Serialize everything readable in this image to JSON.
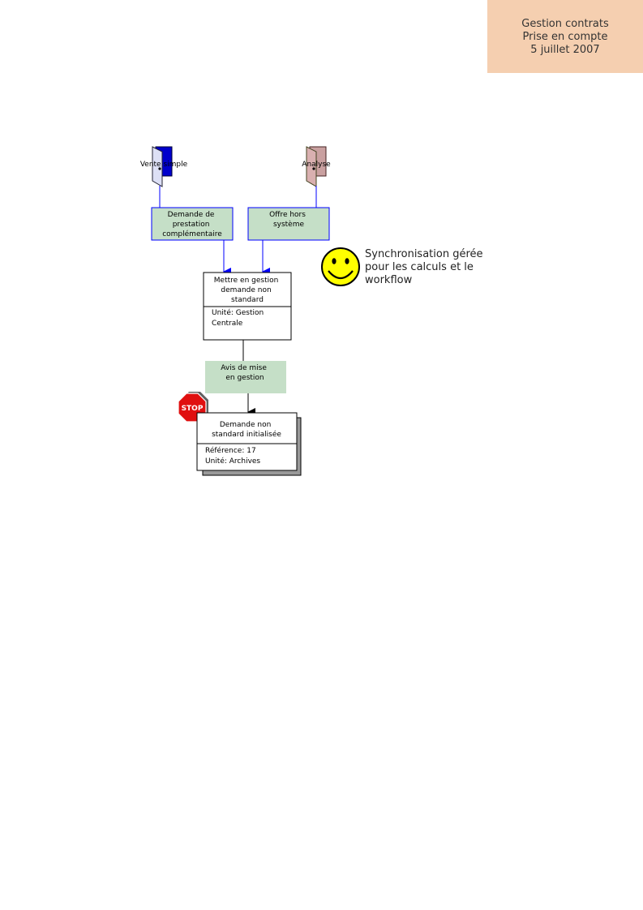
{
  "header": {
    "line1": "Gestion contrats",
    "line2": "Prise en compte",
    "line3": "5 juillet 2007"
  },
  "actors": {
    "vente": "Vente simple",
    "analyse": "Analyse"
  },
  "messages": {
    "demande_prestation": [
      "Demande de",
      "prestation",
      "complémentaire"
    ],
    "offre_hors": [
      "Offre hors",
      "système"
    ],
    "avis": [
      "Avis de mise",
      "en gestion"
    ]
  },
  "process": {
    "title": [
      "Mettre en gestion",
      "demande non",
      "standard"
    ],
    "details": [
      "Unité: Gestion",
      "Centrale"
    ]
  },
  "result": {
    "title": [
      "Demande non",
      "standard initialisée"
    ],
    "details": [
      "Référence: 17",
      "Unité: Archives"
    ]
  },
  "stop_label": "STOP",
  "note": "Synchronisation gérée pour les calculs et le workflow",
  "colors": {
    "header_bg": "#f5cfb0",
    "message_bg": "#c5dfc7",
    "vente_actor": "#0000cc",
    "analyse_actor": "#c9a0a0",
    "arrow_blue": "#0000ff",
    "smiley": "#ffff00",
    "stop": "#e01010"
  }
}
